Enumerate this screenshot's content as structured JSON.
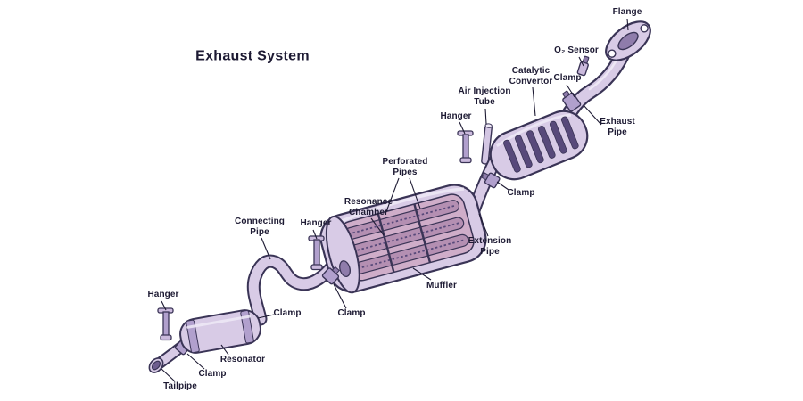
{
  "title": "Exhaust System",
  "labels": {
    "flange": "Flange",
    "o2_sensor": "O₂ Sensor",
    "catalytic_convertor": "Catalytic\nConvertor",
    "clamp_top": "Clamp",
    "exhaust_pipe": "Exhaust\nPipe",
    "air_injection_tube": "Air Injection\nTube",
    "hanger_right": "Hanger",
    "clamp_right": "Clamp",
    "extension_pipe": "Extension\nPipe",
    "perforated_pipes": "Perforated\nPipes",
    "resonance_chamber": "Resonance\nChamber",
    "muffler": "Muffler",
    "connecting_pipe": "Connecting\nPipe",
    "hanger_mid": "Hanger",
    "clamp_mid": "Clamp",
    "clamp_resonator": "Clamp",
    "hanger_left": "Hanger",
    "resonator": "Resonator",
    "clamp_bottom": "Clamp",
    "tailpipe": "Tailpipe"
  },
  "colors": {
    "bg": "#ffffff",
    "label": "#1d1a33",
    "outline": "#3a3456",
    "pipe": "#d8cbe6",
    "shade": "#b1a0cd",
    "light": "#efeaf6",
    "interior": "#cfadc9",
    "tube": "#b48fb2",
    "dark": "#57497a",
    "bore": "#8f7cab",
    "leader": "#1d1a33"
  }
}
